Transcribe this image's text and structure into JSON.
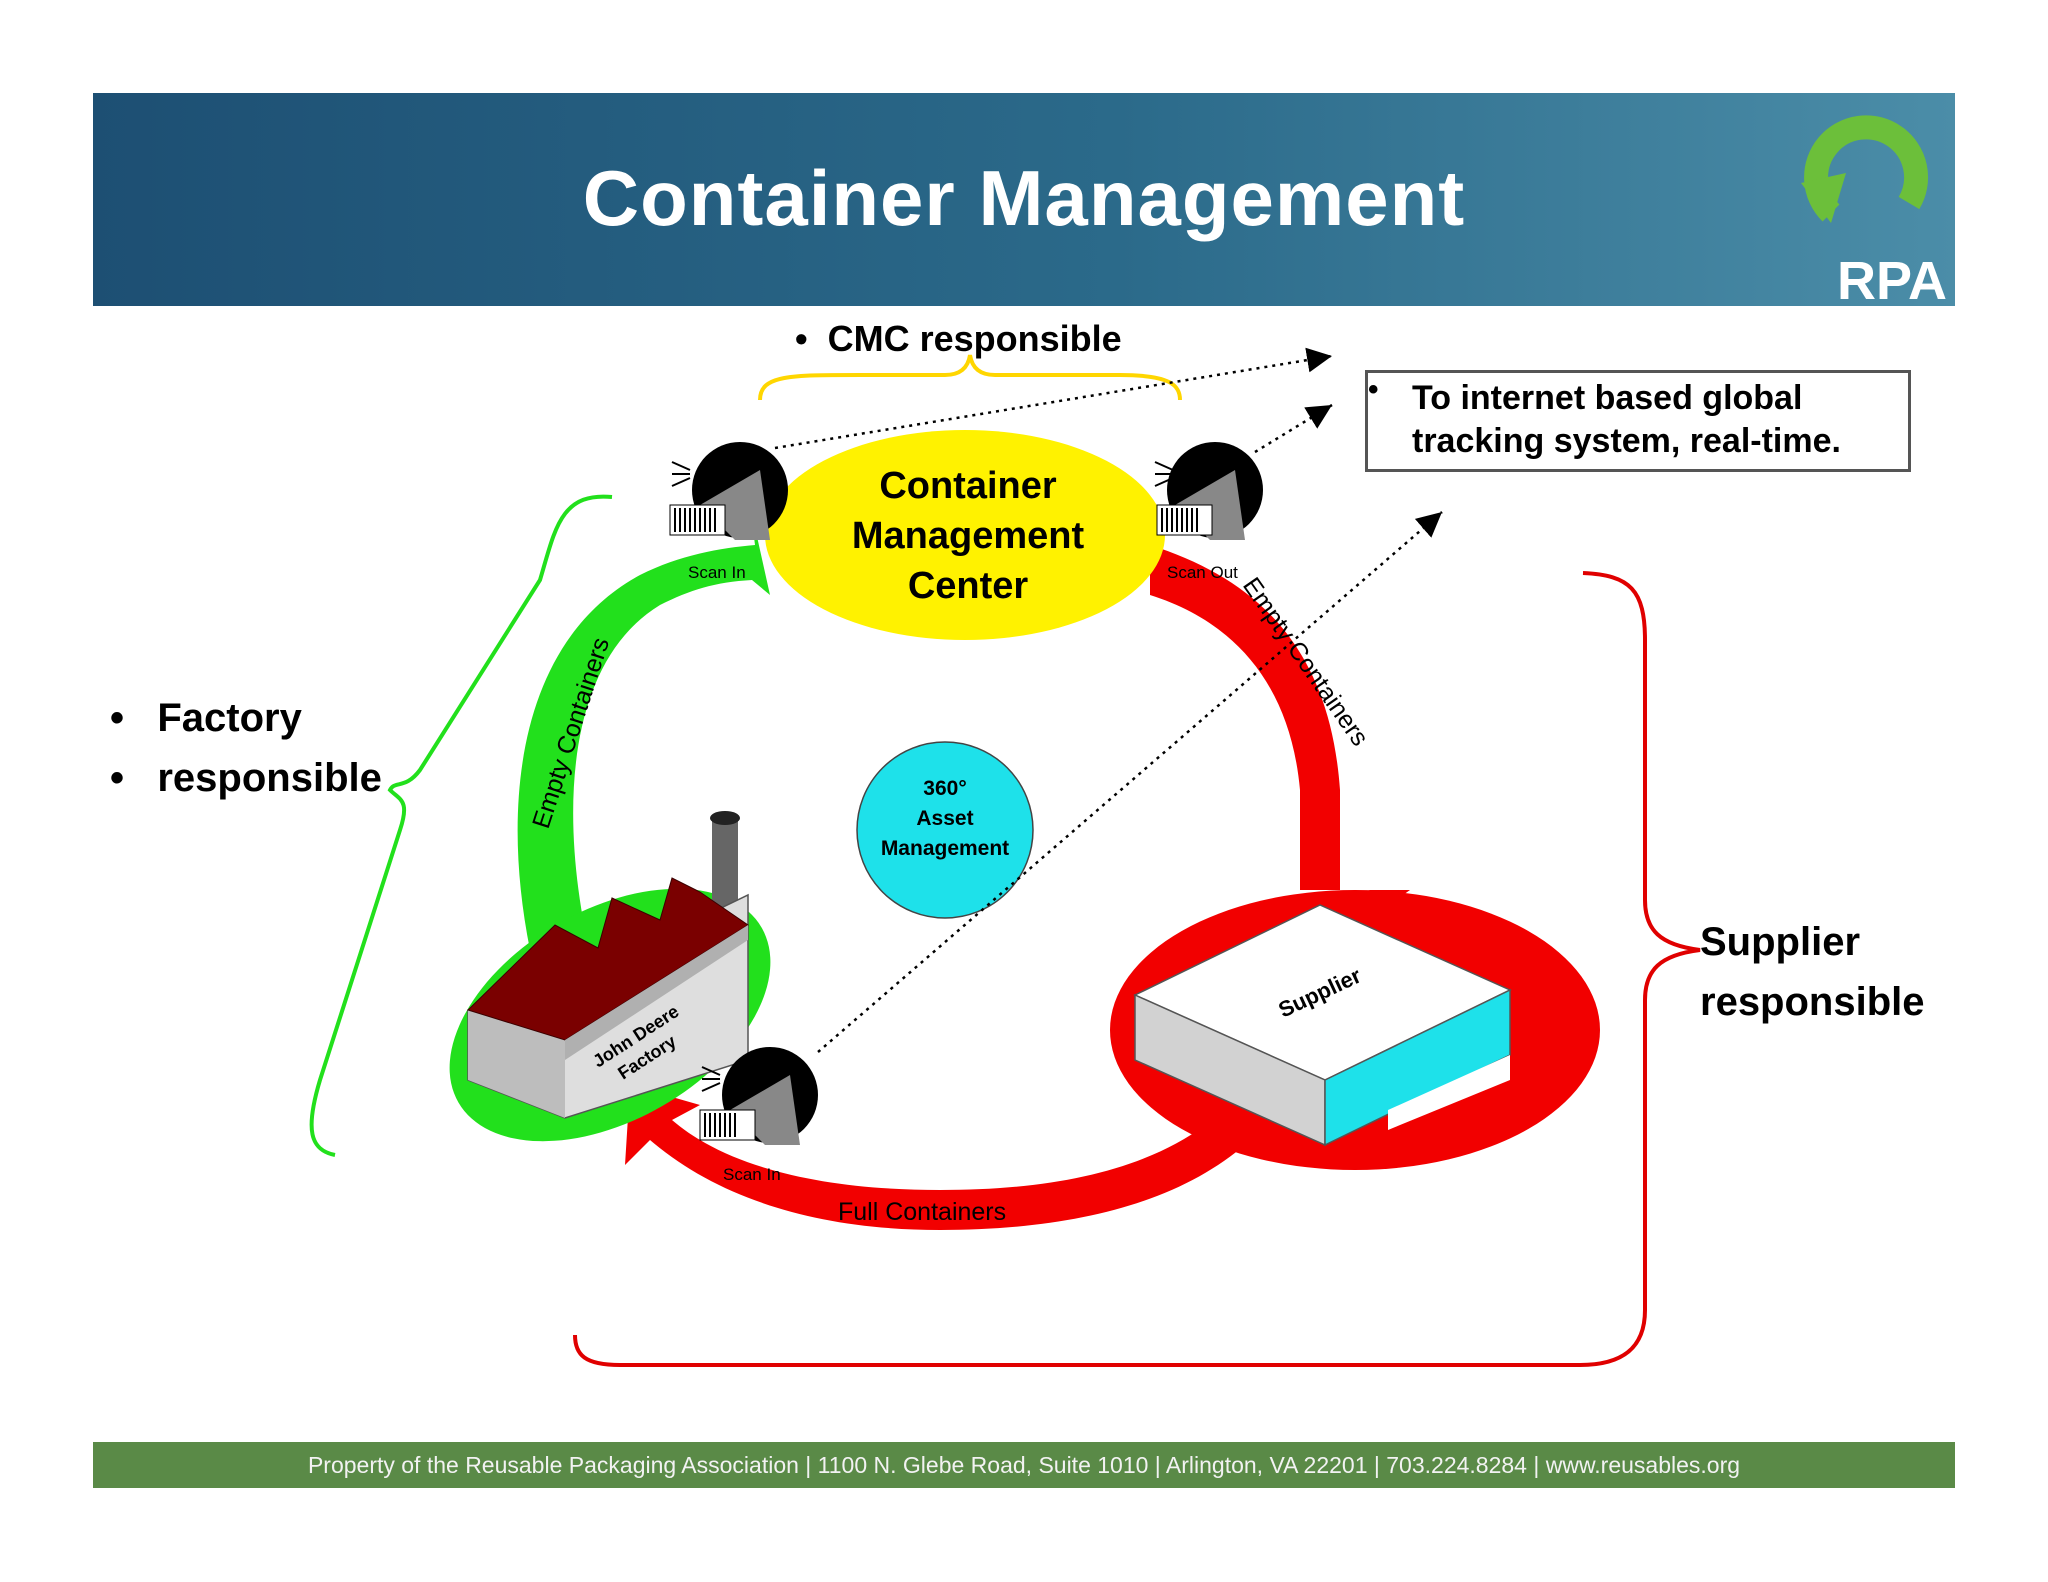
{
  "header": {
    "title": "Container Management",
    "logo_text": "RPA"
  },
  "cmc_label": "CMC responsible",
  "note": {
    "bullet": "•",
    "line1": "To internet based global",
    "line2": "tracking system, real-time."
  },
  "factory_label": {
    "line1": "Factory",
    "line2": "responsible",
    "bullet": "•"
  },
  "supplier_label": {
    "line1": "Supplier",
    "line2": "responsible"
  },
  "center": {
    "line1": "Container",
    "line2": "Management",
    "line3": "Center"
  },
  "asset": {
    "line1": "360°",
    "line2": "Asset",
    "line3": "Management"
  },
  "arrows": {
    "left": "Empty   Containers",
    "right": "Empty Containers",
    "bottom": "Full Containers"
  },
  "scanners": {
    "top_left": "Scan In",
    "top_right": "Scan Out",
    "bottom": "Scan In"
  },
  "factory_name": {
    "line1": "John Deere",
    "line2": "Factory"
  },
  "supplier_name": "Supplier",
  "footer": "Property of the Reusable Packaging Association   |  1100 N. Glebe Road, Suite 1010  |  Arlington, VA 22201  |  703.224.8284  |  www.reusables.org",
  "colors": {
    "green": "#22e01c",
    "red": "#f20000",
    "yellow": "#fff200",
    "cyan": "#1ee1ea",
    "maroon": "#7a0000",
    "header": "#1d4f73",
    "footer": "#5a8a47"
  }
}
